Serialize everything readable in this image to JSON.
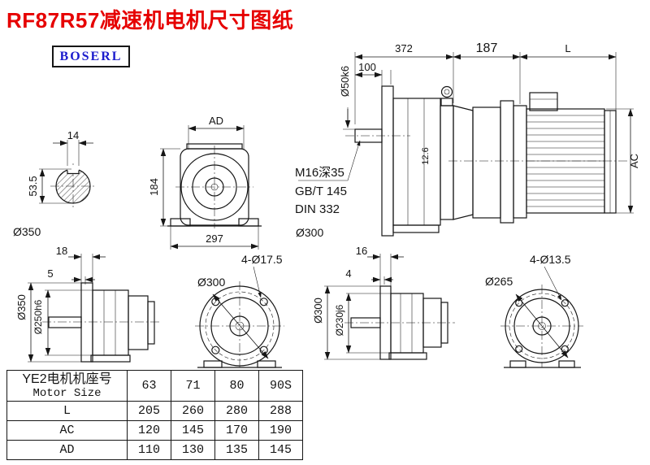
{
  "page": {
    "title": "RF87R57减速机电机尺寸图纸",
    "logo": "BOSERL"
  },
  "labels": {
    "dim_372": "372",
    "dim_187": "187",
    "dim_l": "L",
    "dim_100": "100",
    "shaft_dia": "Ø50k6",
    "dim_ac": "AC",
    "tap_hole": "M16深35",
    "tap_std1": "GB/T 145",
    "tap_std2": "DIN 332",
    "dim_12_6": "12.6",
    "dim_ad": "AD",
    "dim_184": "184",
    "dim_297": "297",
    "dim_14": "14",
    "dim_53_5": "53.5",
    "dia_350_section": "Ø350",
    "dia_300_mid": "Ø300",
    "dim_18": "18",
    "dim_5": "5",
    "dia_350_flange": "Ø350",
    "dia_250_spigot": "Ø250h6",
    "dia_300_bolt_circle": "Ø300",
    "holes_17_5": "4-Ø17.5",
    "dim_16": "16",
    "dim_4": "4",
    "dia_300_flange": "Ø300",
    "dia_230_spigot": "Ø230j6",
    "dia_265_bolt_circle": "Ø265",
    "holes_13_5": "4-Ø13.5"
  },
  "table": {
    "header_cn": "YE2电机机座号",
    "header_en": "Motor Size",
    "sizes": [
      "63",
      "71",
      "80",
      "90S"
    ],
    "rows": [
      {
        "label": "L",
        "values": [
          "205",
          "260",
          "280",
          "288"
        ]
      },
      {
        "label": "AC",
        "values": [
          "120",
          "145",
          "170",
          "190"
        ]
      },
      {
        "label": "AD",
        "values": [
          "110",
          "130",
          "135",
          "145"
        ]
      }
    ]
  }
}
